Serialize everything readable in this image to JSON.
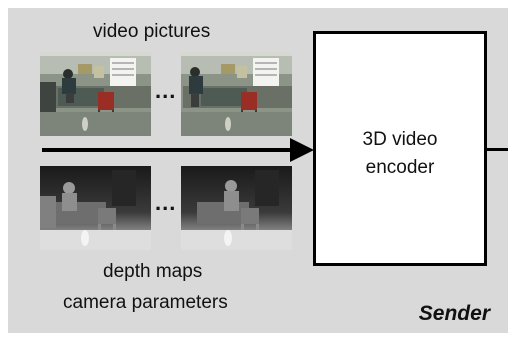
{
  "labels": {
    "video_pictures": "video pictures",
    "depth_maps": "depth maps",
    "camera_parameters": "camera parameters",
    "ellipsis": "...",
    "encoder_line1": "3D video",
    "encoder_line2": "encoder",
    "sender": "Sender"
  },
  "colors": {
    "panel": "#d9d9d9",
    "box": "#ffffff",
    "stroke": "#000000"
  }
}
